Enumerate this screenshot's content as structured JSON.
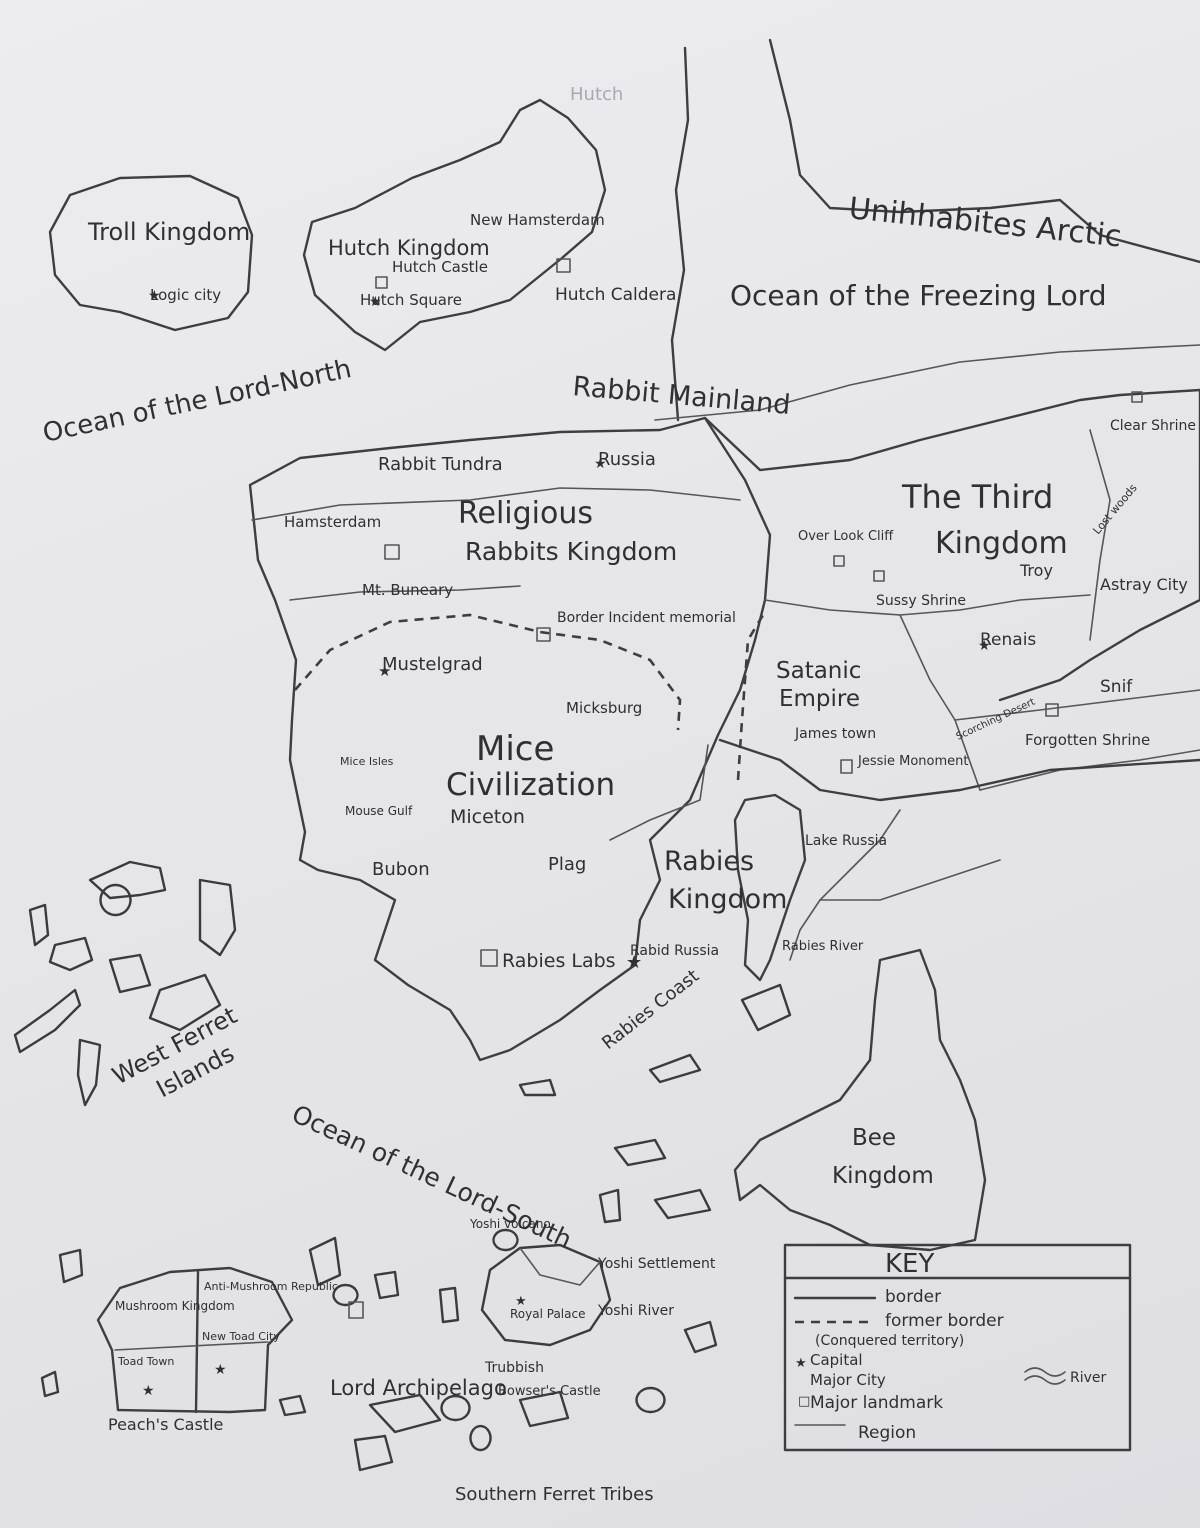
{
  "title": "",
  "oceans": {
    "north": "Ocean of the Lord-North",
    "south": "Ocean of the Lord-South",
    "freezing": "Ocean of the Freezing Lord",
    "arctic": "Unihhabites Arctic"
  },
  "regions": {
    "troll": "Troll Kingdom",
    "hutch": "Hutch Kingdom",
    "hutch_faint": "Hutch",
    "rabbit_mainland": "Rabbit Mainland",
    "rabbit_tundra": "Rabbit Tundra",
    "religious_1": "Religious",
    "religious_2": "Rabbits Kingdom",
    "third_1": "The Third",
    "third_2": "Kingdom",
    "mice_1": "Mice",
    "mice_2": "Civilization",
    "satanic_1": "Satanic",
    "satanic_2": "Empire",
    "rabies_1": "Rabies",
    "rabies_2": "Kingdom",
    "bee_1": "Bee",
    "bee_2": "Kingdom",
    "west_ferret_1": "West Ferret",
    "west_ferret_2": "Islands",
    "mushroom": "Mushroom Kingdom",
    "anti_mushroom": "Anti-Mushroom Republic",
    "lord_archipelago": "Lord Archipelago",
    "southern_ferret": "Southern Ferret Tribes",
    "mice_isles": "Mice Isles",
    "scorching_desert": "Scorching Desert",
    "lost_woods": "Lost woods"
  },
  "places": {
    "logic_city": "Logic city",
    "new_hamsterdam": "New Hamsterdam",
    "hutch_castle": "Hutch Castle",
    "hutch_square": "Hutch Square",
    "hutch_caldera": "Hutch Caldera",
    "russia": "Russia",
    "hamsterdam": "Hamsterdam",
    "mt_buneary": "Mt. Buneary",
    "border_incident": "Border Incident memorial",
    "mustelgrad": "Mustelgrad",
    "micksburg": "Micksburg",
    "miceton": "Miceton",
    "bubon": "Bubon",
    "plag": "Plag",
    "mouse_gulf": "Mouse Gulf",
    "over_look_cliff": "Over Look Cliff",
    "sussy_shrine": "Sussy Shrine",
    "troy": "Troy",
    "astray_city": "Astray City",
    "clear_shrine": "Clear Shrine",
    "renais": "Renais",
    "snif": "Snif",
    "forgotten_shrine": "Forgotten Shrine",
    "jamestown": "James town",
    "jessie_monument": "Jessie Monoment",
    "lake_russia": "Lake Russia",
    "rabid_russia": "Rabid Russia",
    "rabies_labs": "Rabies Labs",
    "rabies_coast": "Rabies Coast",
    "rabies_river": "Rabies River",
    "yoshi_volcano": "Yoshi volcano",
    "yoshi_settlement": "Yoshi Settlement",
    "yoshi_river": "Yoshi River",
    "royal_palace": "Royal Palace",
    "trubbish": "Trubbish",
    "bowsers_castle": "Bowser's Castle",
    "toad_town": "Toad Town",
    "new_toad_city": "New Toad City",
    "peachs_castle": "Peach's Castle"
  },
  "key": {
    "title": "KEY",
    "border": "border",
    "former_border": "former border",
    "conquered": "(Conquered territory)",
    "capital": "Capital",
    "major_city": "Major City",
    "major_landmark": "Major landmark",
    "region": "Region",
    "river": "River"
  },
  "colors": {
    "paper": "#e9e9ec",
    "pencil": "#3d3d42"
  }
}
